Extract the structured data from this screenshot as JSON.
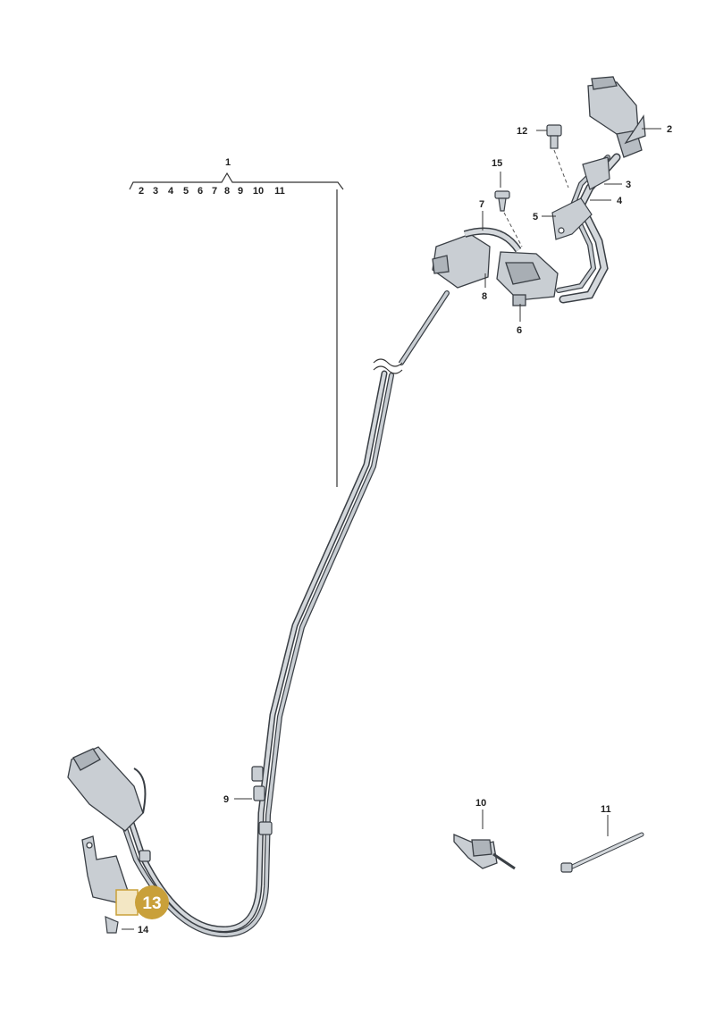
{
  "assembly": {
    "label": "1",
    "components": [
      "2",
      "3",
      "4",
      "5",
      "6",
      "7",
      "8",
      "9",
      "10",
      "11"
    ]
  },
  "callouts": {
    "c2": "2",
    "c3": "3",
    "c4": "4",
    "c5": "5",
    "c6": "6",
    "c7": "7",
    "c8": "8",
    "c9": "9",
    "c10": "10",
    "c11": "11",
    "c12": "12",
    "c13": "13",
    "c14": "14",
    "c15": "15"
  },
  "highlight": {
    "label": "13",
    "color": "#c9a03a"
  },
  "colors": {
    "part": "#c9ced3",
    "outline": "#3a3f45",
    "leader": "#333333"
  }
}
